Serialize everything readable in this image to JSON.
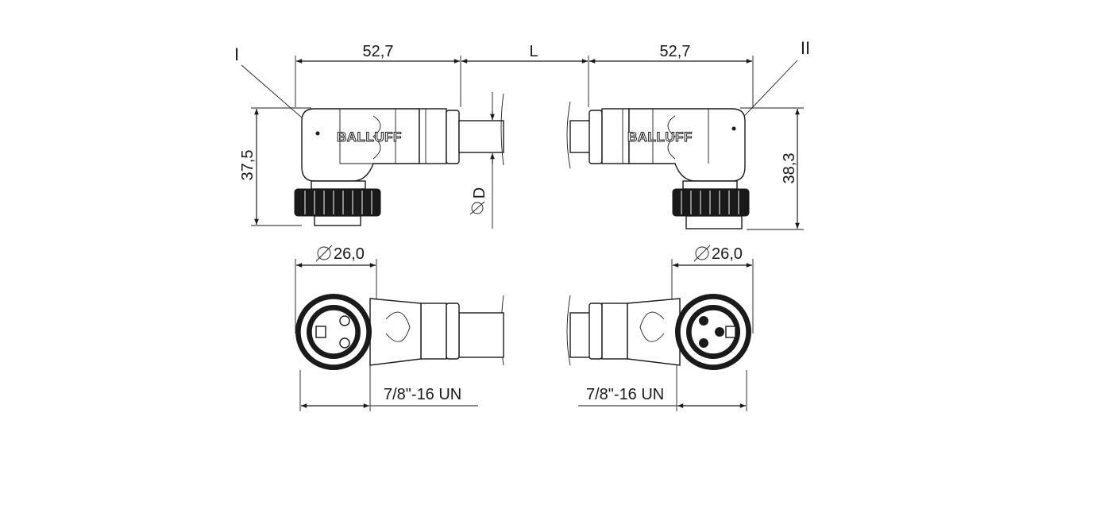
{
  "labels": {
    "end_left": "I",
    "end_right": "II"
  },
  "dimensions": {
    "left_length": "52,7",
    "cable_length": "L",
    "right_length": "52,7",
    "left_height": "37,5",
    "right_height": "38,3",
    "cable_diameter": "D",
    "left_diameter": "26,0",
    "right_diameter": "26,0",
    "left_thread": "7/8\"-16 UN",
    "right_thread": "7/8\"-16 UN"
  },
  "brand": {
    "logo_text_left": "BALLUFF",
    "logo_text_right": "BALLUFF"
  }
}
